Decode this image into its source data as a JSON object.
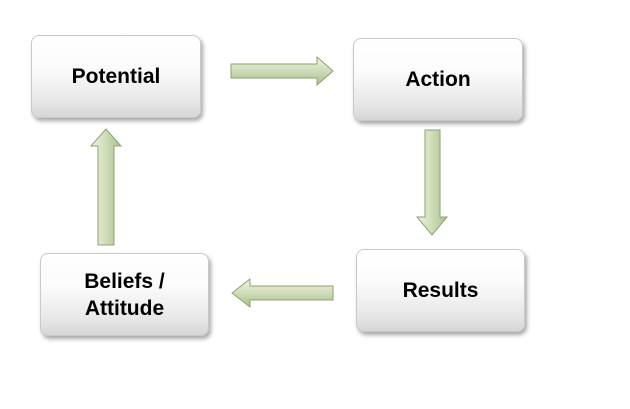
{
  "nodes": {
    "potential": {
      "label": "Potential"
    },
    "action": {
      "label": "Action"
    },
    "results": {
      "label": "Results"
    },
    "beliefs": {
      "label": "Beliefs /\nAttitude"
    }
  },
  "connections": [
    {
      "from": "Potential",
      "to": "Action",
      "direction": "right"
    },
    {
      "from": "Action",
      "to": "Results",
      "direction": "down"
    },
    {
      "from": "Results",
      "to": "Beliefs / Attitude",
      "direction": "left"
    },
    {
      "from": "Beliefs / Attitude",
      "to": "Potential",
      "direction": "up"
    }
  ],
  "colors": {
    "arrow_fill_light": "#eef3e2",
    "arrow_fill_dark": "#a9bf8c",
    "arrow_stroke": "#8ea270",
    "node_border": "#c9c9c9"
  }
}
